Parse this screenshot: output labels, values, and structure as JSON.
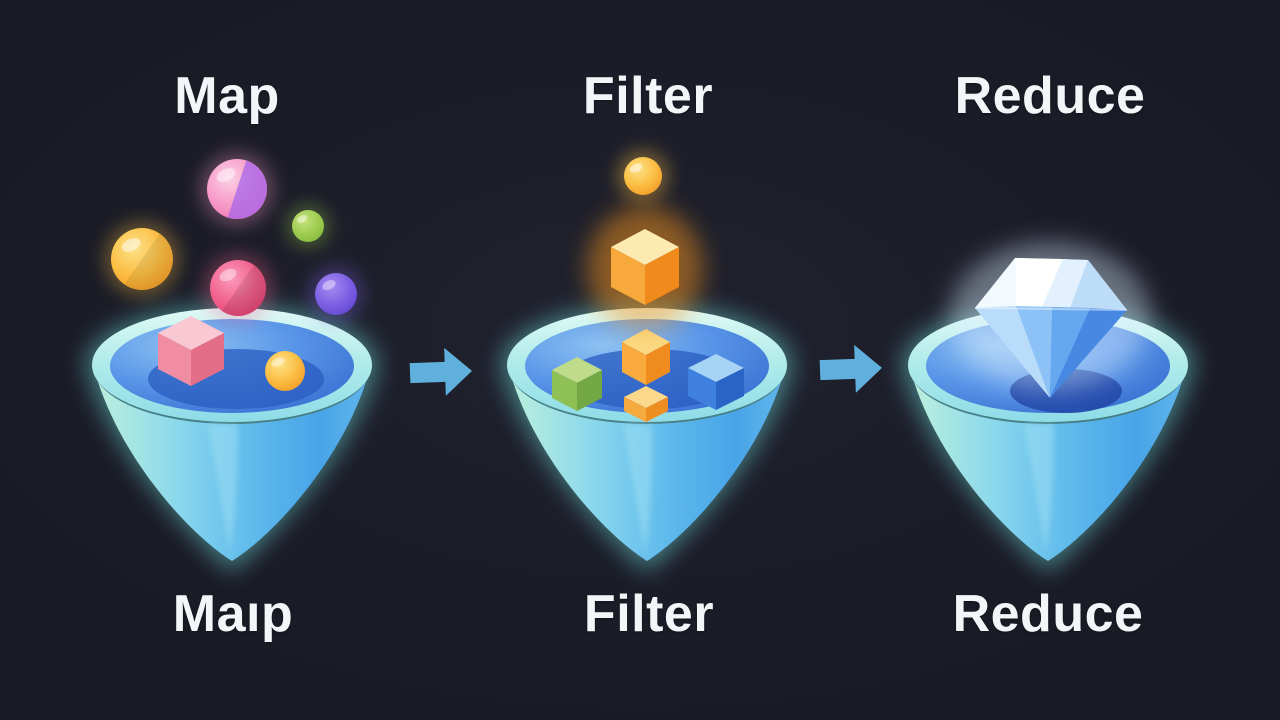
{
  "diagram_title": "Map Filter Reduce funnel pipeline illustration",
  "columns": [
    {
      "key": "map",
      "top_label": "Map",
      "bottom_label": "Maıp",
      "falling_objects": [
        "pink-purple-sphere",
        "green-sphere",
        "orange-sphere",
        "pink-red-sphere",
        "indigo-sphere"
      ],
      "bowl_objects": [
        "pink-cube",
        "orange-sphere-small"
      ]
    },
    {
      "key": "filter",
      "top_label": "Filter",
      "bottom_label": "Filter",
      "falling_objects": [
        "orange-sphere-small",
        "glowing-orange-cube"
      ],
      "bowl_objects": [
        "green-cube",
        "orange-cube",
        "blue-cube",
        "orange-cube-small"
      ]
    },
    {
      "key": "reduce",
      "top_label": "Reduce",
      "bottom_label": "Reduce",
      "falling_objects": [],
      "bowl_objects": [
        "diamond"
      ]
    }
  ],
  "arrows": [
    {
      "from": "map",
      "to": "filter",
      "direction": "right"
    },
    {
      "from": "filter",
      "to": "reduce",
      "direction": "right"
    }
  ],
  "palette": {
    "background": "#1b1c27",
    "label_text": "#f3f6f9",
    "arrow": "#5fb0dc",
    "funnel_glow": "#72e2e2",
    "funnel_rim": "#b2ecea",
    "funnel_cone_left": "#bdf0dc",
    "funnel_cone_right": "#48a4e8",
    "liquid_light": "#8ec2f2",
    "liquid_deep": "#2f66cc",
    "sphere_pink": "#f79cc9",
    "sphere_purple_accent": "#a766e9",
    "sphere_green": "#9ccb4e",
    "sphere_orange": "#fbbf45",
    "sphere_red_pink": "#f26390",
    "sphere_indigo": "#7e62e4",
    "cube_pink": "#f08da2",
    "cube_orange": "#f9ab3e",
    "cube_green": "#8fc055",
    "cube_blue": "#3f80de",
    "diamond_white": "#ffffff",
    "diamond_blue": "#66a8f0"
  }
}
